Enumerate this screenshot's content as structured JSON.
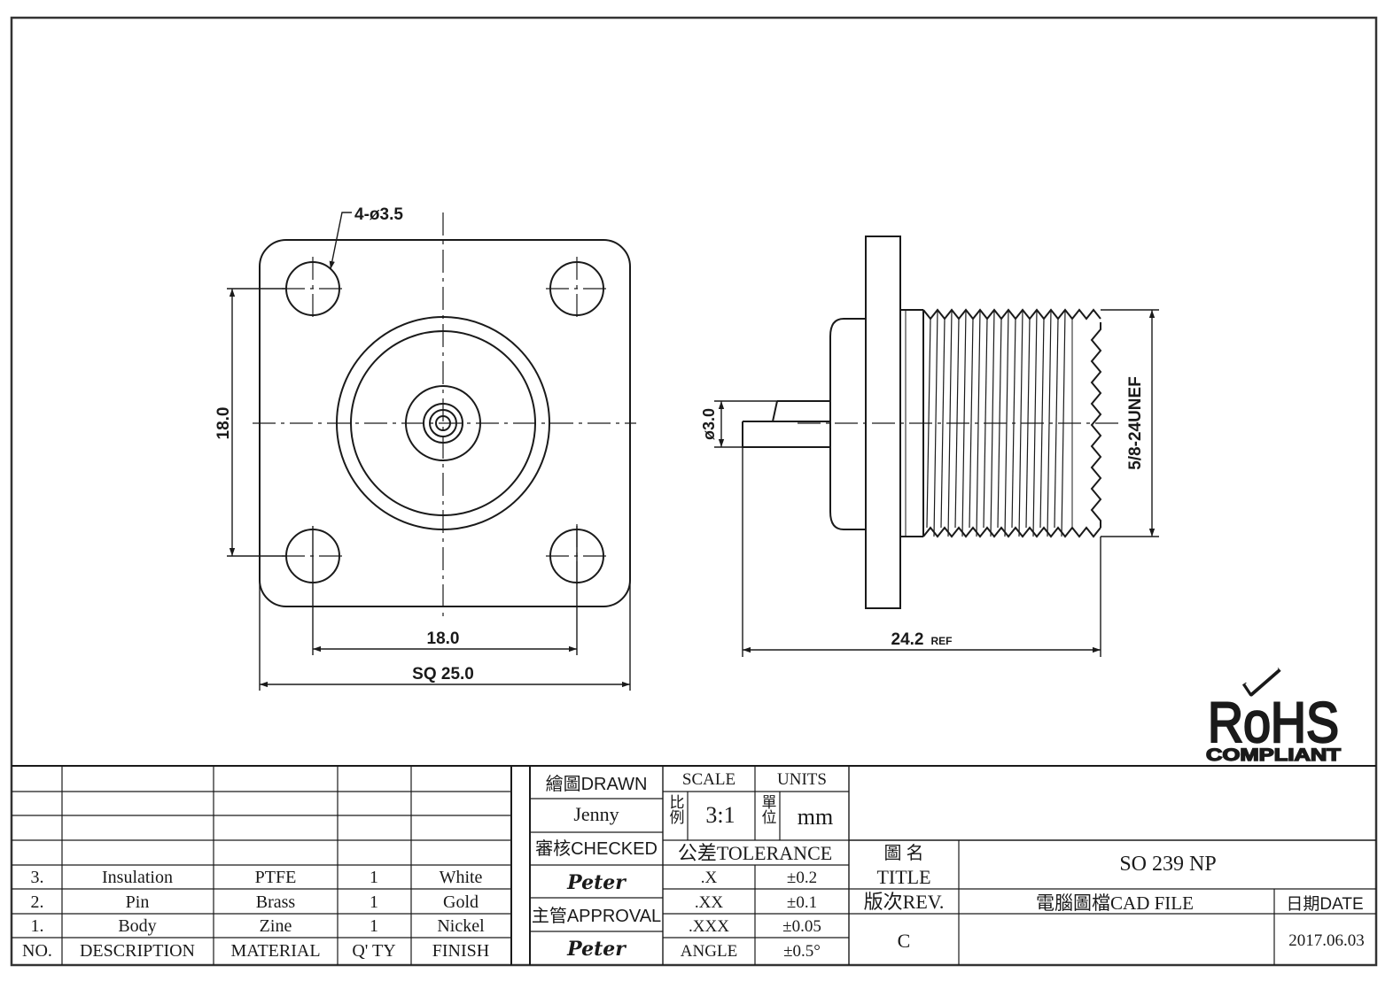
{
  "front_view": {
    "hole_callout": "4-ø3.5",
    "dim_vertical": "18.0",
    "dim_hole_spacing": "18.0",
    "dim_square": "SQ 25.0"
  },
  "side_view": {
    "pin_dia": "ø3.0",
    "thread": "5/8-24UNEF",
    "length": "24.2",
    "length_ref": "REF"
  },
  "rohs": {
    "logo": "RoHS",
    "compliant": "COMPLIANT"
  },
  "bom": {
    "headers": [
      "NO.",
      "DESCRIPTION",
      "MATERIAL",
      "Q' TY",
      "FINISH"
    ],
    "rows": [
      [
        "3.",
        "Insulation",
        "PTFE",
        "1",
        "White"
      ],
      [
        "2.",
        "Pin",
        "Brass",
        "1",
        "Gold"
      ],
      [
        "1.",
        "Body",
        "Zine",
        "1",
        "Nickel"
      ]
    ]
  },
  "title_block": {
    "drawn_label": "繪圖DRAWN",
    "drawn_by": "Jenny",
    "checked_label": "審核CHECKED",
    "checked_by": "Peter",
    "approval_label": "主管APPROVAL",
    "approved_by": "Peter",
    "scale_label": "SCALE",
    "units_label": "UNITS",
    "scale_cn": "比例",
    "scale_value": "3:1",
    "units_cn": "單位",
    "units_value": "mm",
    "tolerance_label": "公差TOLERANCE",
    "tolerances": [
      [
        ".X",
        "±0.2"
      ],
      [
        ".XX",
        "±0.1"
      ],
      [
        ".XXX",
        "±0.05"
      ],
      [
        "ANGLE",
        "±0.5°"
      ]
    ],
    "title_cn": "圖 名",
    "title_label": "TITLE",
    "title_value": "SO 239 NP",
    "rev_label": "版次REV.",
    "rev_value": "C",
    "cad_label": "電腦圖檔CAD FILE",
    "date_label": "日期DATE",
    "date_value": "2017.06.03"
  }
}
